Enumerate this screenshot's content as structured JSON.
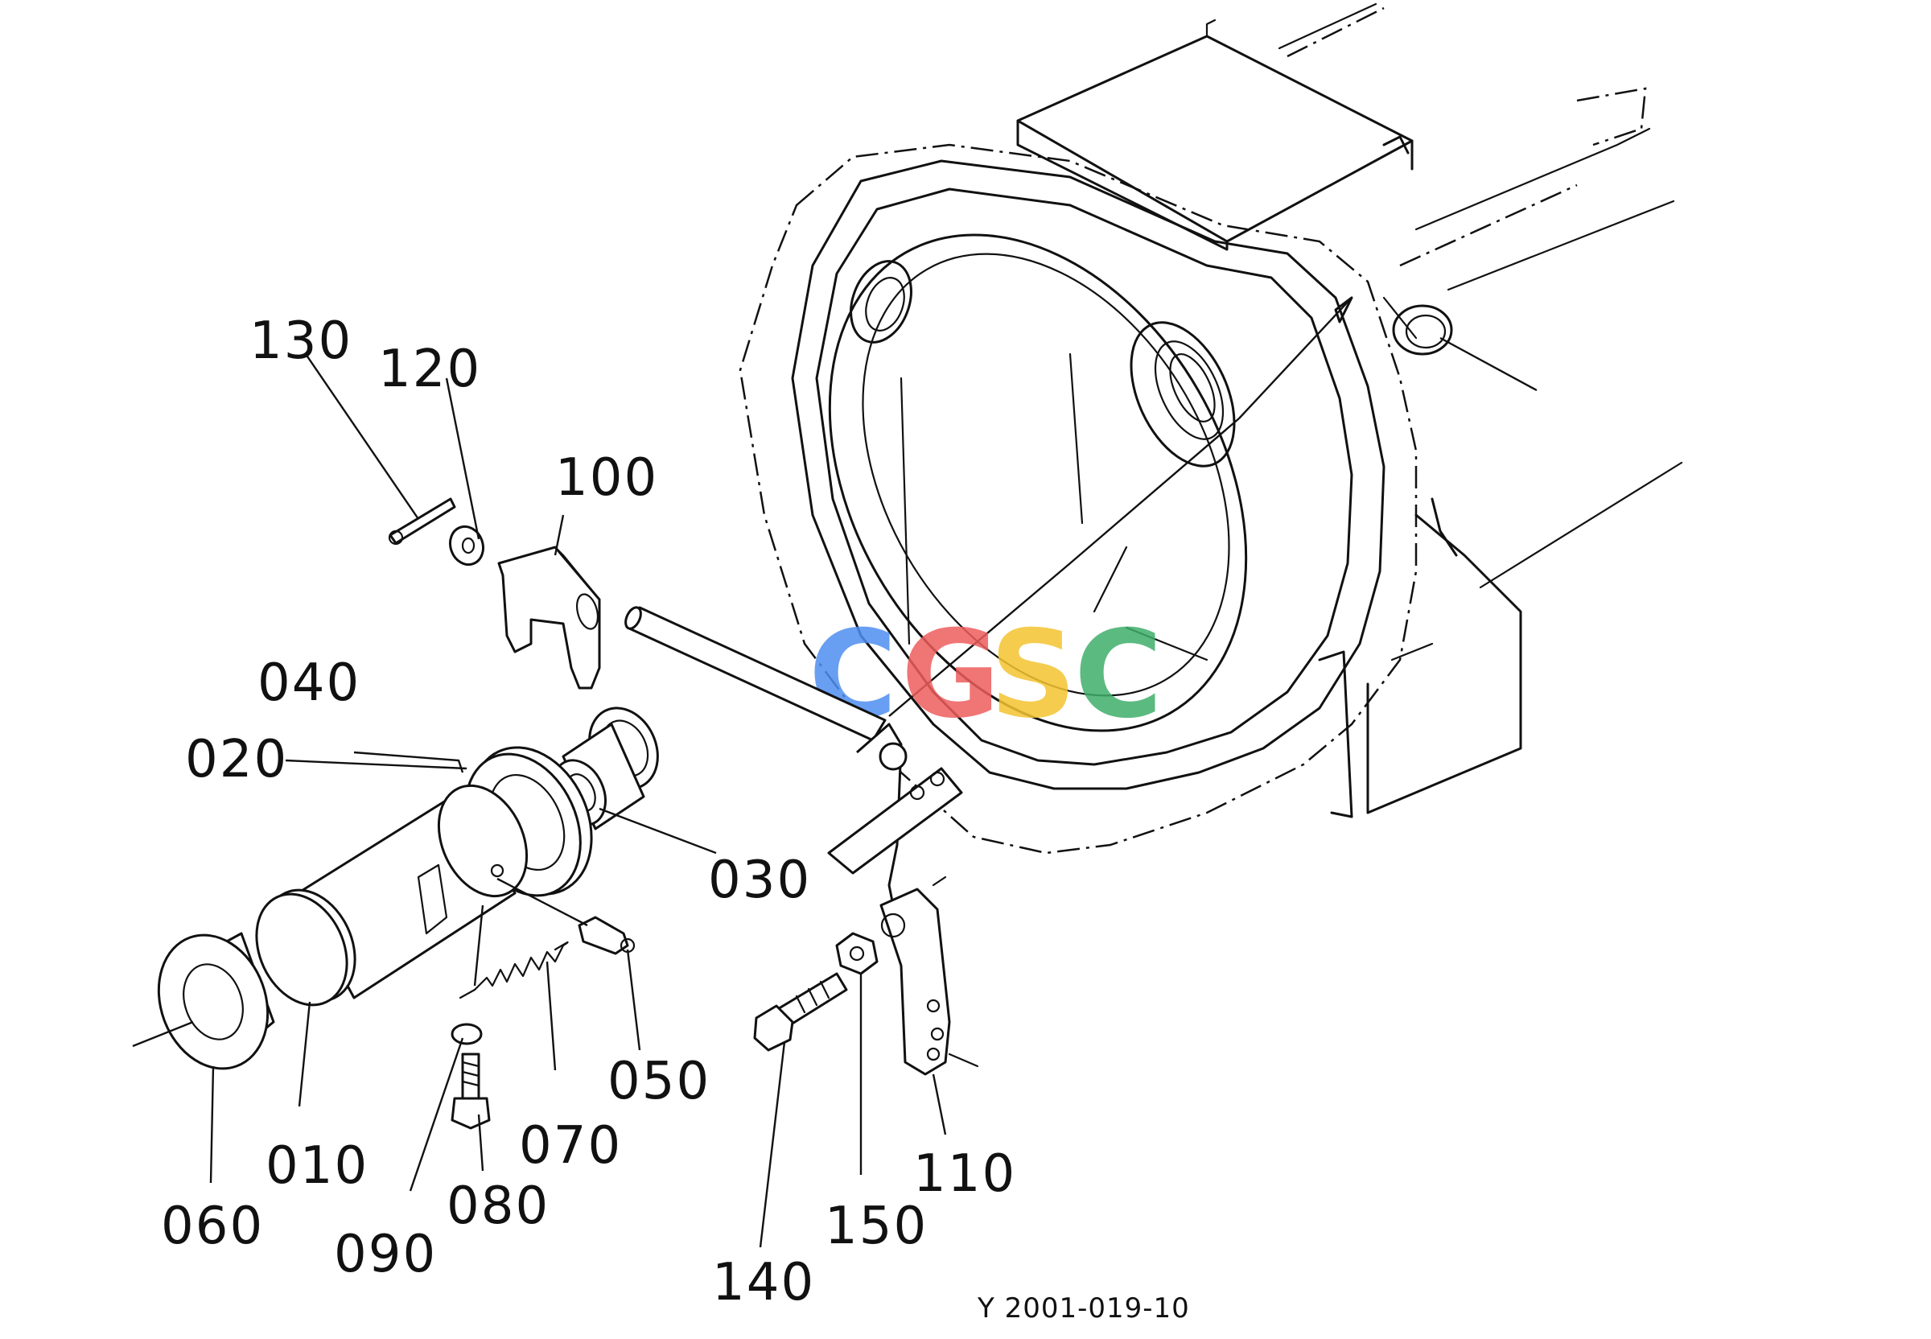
{
  "diagram": {
    "code": "Y 2001-019-10",
    "watermark": {
      "letters": [
        "C",
        "G",
        "S",
        "C"
      ],
      "colors": [
        "#4f8ff0",
        "#ee5d5d",
        "#f4c430",
        "#3fae6a"
      ]
    },
    "parts": [
      {
        "id": "p010",
        "label": "010",
        "name": "release-hub"
      },
      {
        "id": "p020",
        "label": "020",
        "name": "release-bearing"
      },
      {
        "id": "p030",
        "label": "030",
        "name": "bearing-collar"
      },
      {
        "id": "p040",
        "label": "040",
        "name": "bushing"
      },
      {
        "id": "p050",
        "label": "050",
        "name": "grease-nipple"
      },
      {
        "id": "p060",
        "label": "060",
        "name": "hub-sleeve"
      },
      {
        "id": "p070",
        "label": "070",
        "name": "return-spring"
      },
      {
        "id": "p080",
        "label": "080",
        "name": "bolt"
      },
      {
        "id": "p090",
        "label": "090",
        "name": "washer"
      },
      {
        "id": "p100",
        "label": "100",
        "name": "release-fork"
      },
      {
        "id": "p110",
        "label": "110",
        "name": "clutch-lever"
      },
      {
        "id": "p120",
        "label": "120",
        "name": "washer"
      },
      {
        "id": "p130",
        "label": "130",
        "name": "cotter-pin"
      },
      {
        "id": "p140",
        "label": "140",
        "name": "bolt"
      },
      {
        "id": "p150",
        "label": "150",
        "name": "nut"
      }
    ]
  }
}
